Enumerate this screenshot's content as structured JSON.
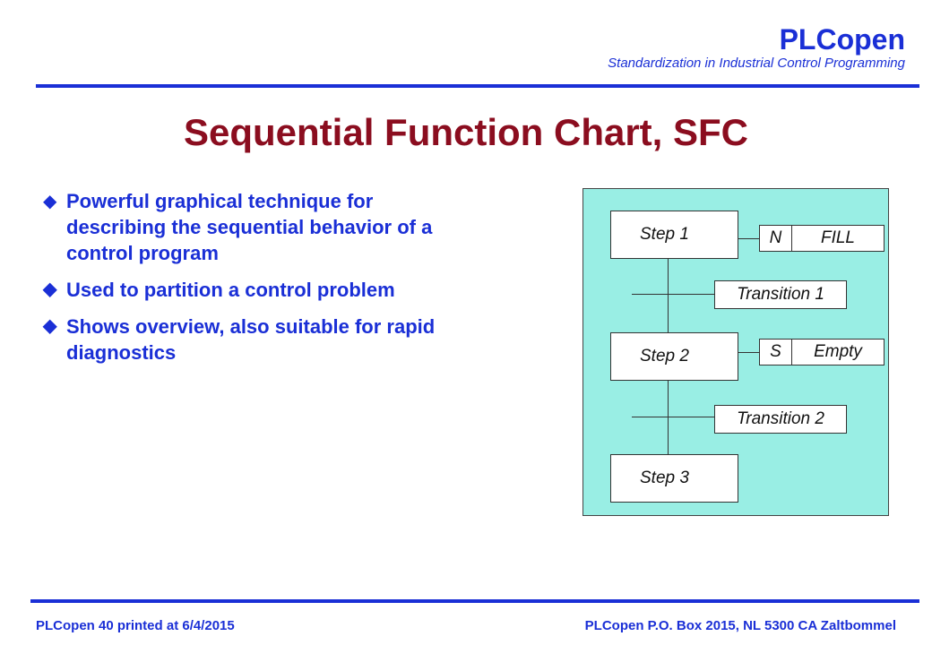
{
  "header": {
    "brand": "PLCopen",
    "tagline": "Standardization in Industrial Control Programming"
  },
  "slide": {
    "title": "Sequential Function Chart, SFC",
    "bullet_mark": "u",
    "bullets": [
      "Powerful graphical technique for describing the sequential behavior of a control program",
      "Used to partition a control problem",
      "Shows overview, also suitable for rapid diagnostics"
    ]
  },
  "diagram": {
    "steps": [
      "Step 1",
      "Step 2",
      "Step 3"
    ],
    "transitions": [
      "Transition 1",
      "Transition 2"
    ],
    "actions": [
      {
        "qualifier": "N",
        "name": "FILL"
      },
      {
        "qualifier": "S",
        "name": "Empty"
      }
    ]
  },
  "footer": {
    "left": "PLCopen  40  printed at 6/4/2015",
    "right": "PLCopen P.O. Box 2015, NL 5300 CA  Zaltbommel"
  },
  "colors": {
    "brand_blue": "#1a2fd6",
    "title_red": "#8b0d1f",
    "diagram_bg": "#99eee4"
  }
}
